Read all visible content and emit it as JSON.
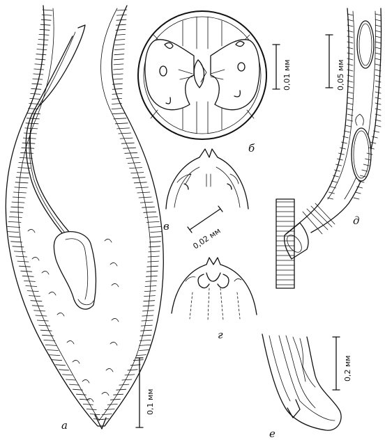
{
  "panels": {
    "a": {
      "label": "а",
      "scale": "0,1 мм"
    },
    "b": {
      "label": "б",
      "scale": "0,01 мм"
    },
    "v": {
      "label": "в"
    },
    "vg": {
      "scale": "0,02 мм"
    },
    "g": {
      "label": "г"
    },
    "d": {
      "label": "д",
      "scale": "0,05 мм"
    },
    "e": {
      "label": "е",
      "scale": "0,2 мм"
    }
  },
  "colors": {
    "ink": "#111111",
    "paper": "#ffffff"
  }
}
